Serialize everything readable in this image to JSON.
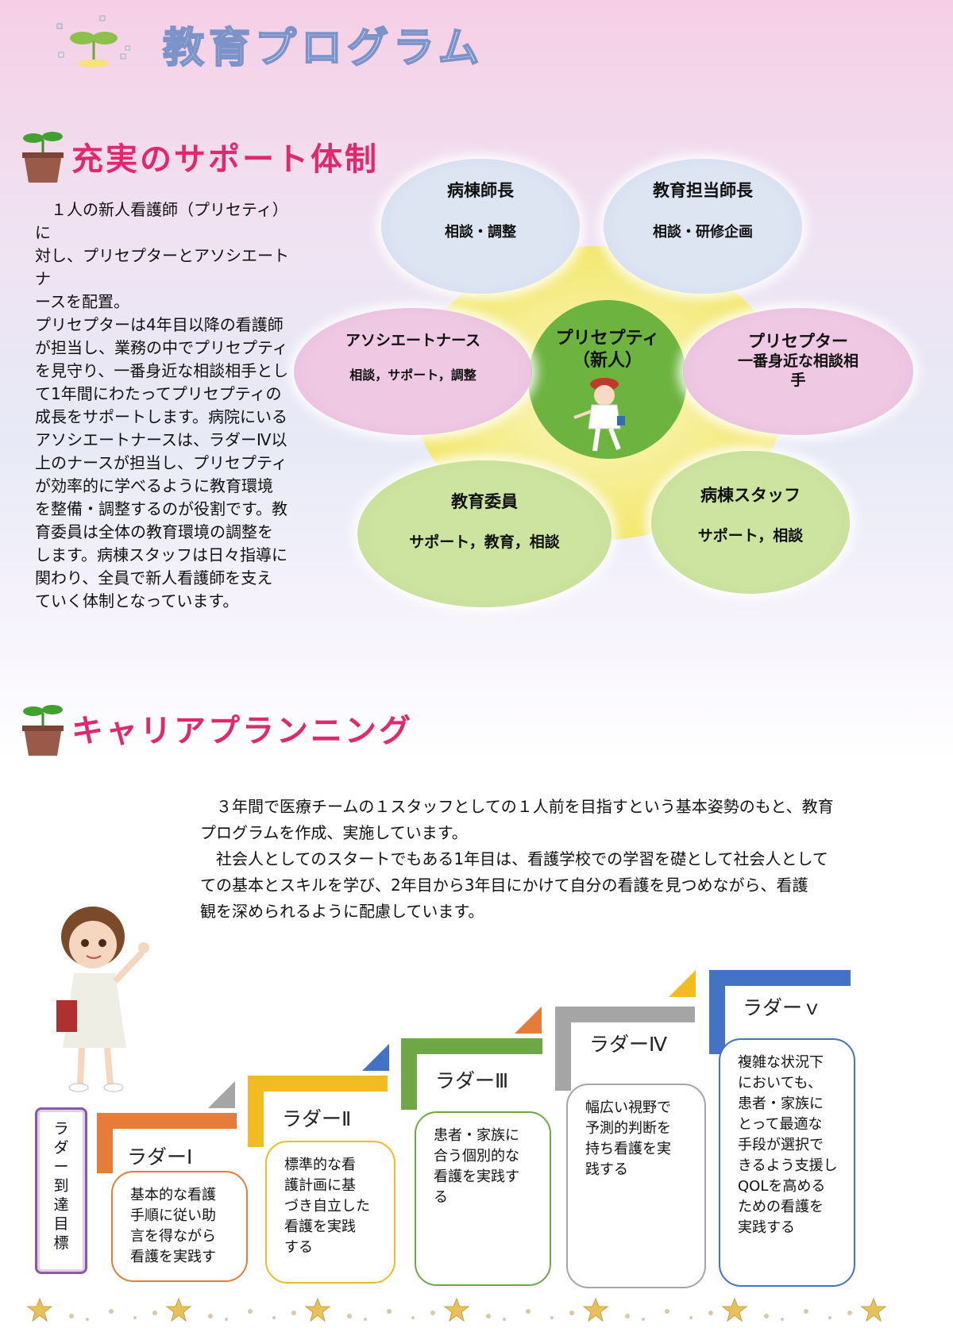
{
  "header": {
    "title": "教育プログラム"
  },
  "support": {
    "heading": "充実のサポート体制",
    "paragraph_lines": [
      "　１人の新人看護師（プリセティ）に",
      "対し、プリセプターとアソシエートナ",
      "ースを配置。",
      "プリセプターは4年目以降の看護師",
      "が担当し、業務の中でプリセプティ",
      "を見守り、一番身近な相談相手とし",
      "て1年間にわたってプリセプティの",
      "成長をサポートします。病院にいる",
      "アソシエートナースは、ラダーⅣ以",
      "上のナースが担当し、プリセプティ",
      "が効率的に学べるように教育環境",
      "を整備・調整するのが役割です。教",
      "育委員は全体の教育環境の調整を",
      "します。病棟スタッフは日々指導に",
      "関わり、全員で新人看護師を支え",
      "ていく体制となっています。"
    ],
    "diagram": {
      "center": {
        "line1": "プリセプティ",
        "line2": "（新人）"
      },
      "nodes": [
        {
          "title": "病棟師長",
          "sub": "相談・調整"
        },
        {
          "title": "教育担当師長",
          "sub": "相談・研修企画"
        },
        {
          "title": "アソシエートナース",
          "sub": "相談，サポート，調整"
        },
        {
          "title": "プリセプター",
          "sub": "一番身近な相談相",
          "sub2": "手"
        },
        {
          "title": "教育委員",
          "sub": "サポート，教育，相談"
        },
        {
          "title": "病棟スタッフ",
          "sub": "サポート，相談"
        }
      ]
    }
  },
  "career": {
    "heading": "キャリアプランニング",
    "paragraph_lines": [
      "　３年間で医療チームの１スタッフとしての１人前を目指すという基本姿勢のもと、教育",
      "プログラムを作成、実施しています。",
      "　社会人としてのスタートでもある1年目は、看護学校での学習を礎として社会人として",
      "ての基本とスキルを学び、2年目から3年目にかけて自分の看護を見つめながら、看護",
      "観を深められるように配慮しています。"
    ],
    "goal_label": [
      "ラ",
      "ダ",
      "ー",
      "到",
      "達",
      "目",
      "標"
    ],
    "ladders": [
      {
        "label": "ラダーⅠ",
        "color": "#e57c3a",
        "lines": [
          "基本的な看護",
          "手順に従い助",
          "言を得ながら",
          "看護を実践す"
        ]
      },
      {
        "label": "ラダーⅡ",
        "color": "#f2bb22",
        "lines": [
          "標準的な看",
          "護計画に基",
          "づき自立した",
          "看護を実践",
          "する"
        ]
      },
      {
        "label": "ラダーⅢ",
        "color": "#6ea846",
        "lines": [
          "患者・家族に",
          "合う個別的な",
          "看護を実践す",
          "る"
        ]
      },
      {
        "label": "ラダーⅣ",
        "color": "#a5a5a5",
        "lines": [
          "幅広い視野で",
          "予測的判断を",
          "持ち看護を実",
          "践する"
        ]
      },
      {
        "label": "ラダーｖ",
        "color": "#4472c4",
        "lines": [
          "複雑な状況下",
          "においても、",
          "患者・家族に",
          "とって最適な",
          "手段が選択で",
          "きるよう支援し",
          "QOLを高める",
          "ための看護を",
          "実践する"
        ]
      }
    ]
  }
}
